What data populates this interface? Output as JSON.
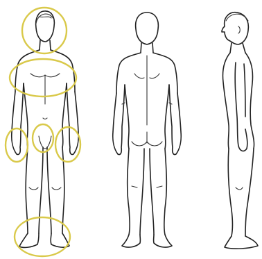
{
  "figures": [
    {
      "view": "front"
    },
    {
      "view": "back"
    },
    {
      "view": "side"
    }
  ],
  "highlight_regions": [
    "head",
    "chest",
    "left-hand",
    "groin",
    "right-hand",
    "feet"
  ],
  "colors": {
    "outline": "#222222",
    "highlight": "#d9c94a",
    "background": "#ffffff"
  }
}
